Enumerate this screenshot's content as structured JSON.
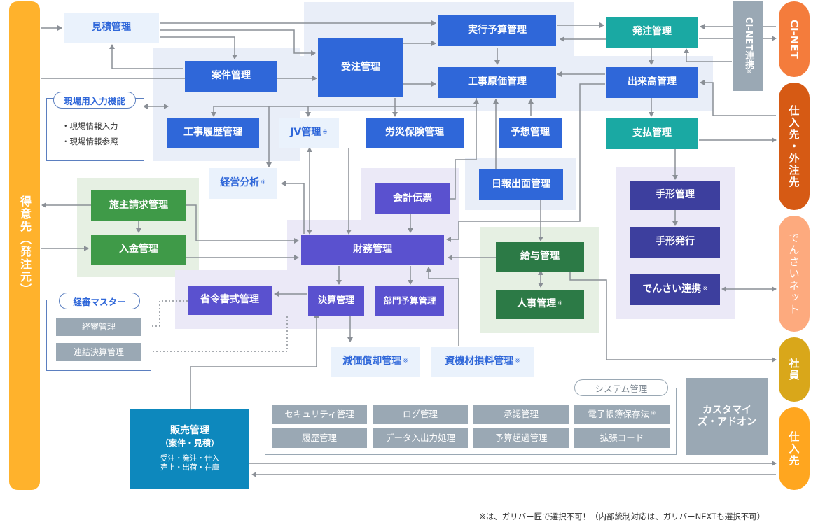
{
  "left_pill": "得意先（発注元）",
  "right_pills": {
    "cinet": "CI-NET",
    "suppliers": "仕入先・外注先",
    "densai": "でんさいネット",
    "employees": "社員",
    "shiire": "仕入先"
  },
  "cinet_link": "CI-NET連携",
  "note_mark": "※",
  "boxes": {
    "mitsumori": "見積管理",
    "anken": "案件管理",
    "juchu": "受注管理",
    "jikko_yosan": "実行予算管理",
    "koji_genka": "工事原価管理",
    "hatchu": "発注管理",
    "dekidaka": "出来高管理",
    "shiharai": "支払管理",
    "koji_rireki": "工事履歴管理",
    "jv": "JV管理",
    "rosai": "労災保険管理",
    "yoso": "予想管理",
    "keiei_bunseki": "経営分析",
    "nippo": "日報出面管理",
    "tegata": "手形管理",
    "tegata_hakko": "手形発行",
    "densai_renkei": "でんさい連携",
    "seshu_seikyu": "施主請求管理",
    "nyukin": "入金管理",
    "kaikei_denpyo": "会計伝票",
    "zaimu": "財務管理",
    "kyuyo": "給与管理",
    "jinji": "人事管理",
    "shorei": "省令書式管理",
    "kessan": "決算管理",
    "bumon_yosan": "部門予算管理",
    "genka_shokyaku": "減価償却管理",
    "shizai": "資機材損料管理",
    "hanbai_title": "販売管理",
    "hanbai_sub": "（案件・見積）",
    "hanbai_line1": "受注・発注・仕入",
    "hanbai_line2": "売上・出荷・在庫"
  },
  "genba": {
    "title": "現場用入力機能",
    "items": [
      "・現場情報入力",
      "・現場情報参照"
    ]
  },
  "keishin": {
    "title": "経審マスター",
    "items": [
      "経審管理",
      "連結決算管理"
    ]
  },
  "system": {
    "title": "システム管理",
    "items": [
      "セキュリティ管理",
      "ログ管理",
      "承認管理",
      "電子帳簿保存法",
      "履歴管理",
      "データ入出力処理",
      "予算超過管理",
      "拡張コード"
    ]
  },
  "customize": "カスタマイズ・アドオン",
  "footnote": "※は、ガリバー匠で選択不可！（内部統制対応は、ガリバーNEXTも選択不可）",
  "colors": {
    "blue": "#2f67d9",
    "teal": "#1aa9a3",
    "green": "#3f9a48",
    "purple": "#5a51cf",
    "indigo": "#3d3f9e",
    "orange": "#ffb22c",
    "red_orange": "#f47c3c",
    "dark_orange": "#d65a14",
    "salmon": "#fdaa7e",
    "gold": "#d9a71a"
  }
}
